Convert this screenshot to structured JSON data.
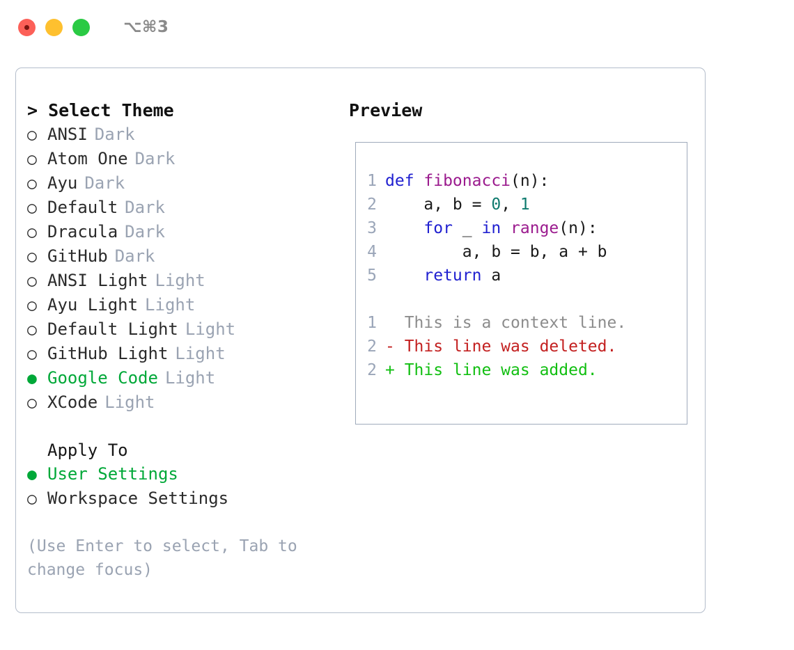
{
  "titlebar": {
    "shortcut": "⌥⌘3",
    "lights": [
      {
        "name": "close",
        "color": "#fc6058"
      },
      {
        "name": "minimize",
        "color": "#fec02f"
      },
      {
        "name": "maximize",
        "color": "#2aca44"
      }
    ]
  },
  "left": {
    "title": "> Select Theme",
    "themes": [
      {
        "bullet": "○",
        "label": "ANSI",
        "kind": "Dark",
        "selected": false
      },
      {
        "bullet": "○",
        "label": "Atom One",
        "kind": "Dark",
        "selected": false
      },
      {
        "bullet": "○",
        "label": "Ayu",
        "kind": "Dark",
        "selected": false
      },
      {
        "bullet": "○",
        "label": "Default",
        "kind": "Dark",
        "selected": false
      },
      {
        "bullet": "○",
        "label": "Dracula",
        "kind": "Dark",
        "selected": false
      },
      {
        "bullet": "○",
        "label": "GitHub",
        "kind": "Dark",
        "selected": false
      },
      {
        "bullet": "○",
        "label": "ANSI Light",
        "kind": "Light",
        "selected": false
      },
      {
        "bullet": "○",
        "label": "Ayu Light",
        "kind": "Light",
        "selected": false
      },
      {
        "bullet": "○",
        "label": "Default Light",
        "kind": "Light",
        "selected": false
      },
      {
        "bullet": "○",
        "label": "GitHub Light",
        "kind": "Light",
        "selected": false
      },
      {
        "bullet": "●",
        "label": "Google Code",
        "kind": "Light",
        "selected": true
      },
      {
        "bullet": "○",
        "label": "XCode",
        "kind": "Light",
        "selected": false
      }
    ],
    "apply_to": {
      "header": "Apply To",
      "options": [
        {
          "bullet": "●",
          "label": "User Settings",
          "selected": true
        },
        {
          "bullet": "○",
          "label": "Workspace Settings",
          "selected": false
        }
      ]
    },
    "hint": "(Use Enter to select, Tab to change focus)"
  },
  "right": {
    "title": "Preview",
    "code_lines": [
      {
        "no": "1",
        "tokens": [
          {
            "t": "def ",
            "c": "kw"
          },
          {
            "t": "fibonacci",
            "c": "fn"
          },
          {
            "t": "(n):",
            "c": "plain"
          }
        ]
      },
      {
        "no": "2",
        "tokens": [
          {
            "t": "    a, b = ",
            "c": "plain"
          },
          {
            "t": "0",
            "c": "num"
          },
          {
            "t": ", ",
            "c": "plain"
          },
          {
            "t": "1",
            "c": "num"
          }
        ]
      },
      {
        "no": "3",
        "tokens": [
          {
            "t": "    ",
            "c": "plain"
          },
          {
            "t": "for",
            "c": "kw"
          },
          {
            "t": " _ ",
            "c": "plain"
          },
          {
            "t": "in",
            "c": "kw"
          },
          {
            "t": " ",
            "c": "plain"
          },
          {
            "t": "range",
            "c": "fn"
          },
          {
            "t": "(n):",
            "c": "plain"
          }
        ]
      },
      {
        "no": "4",
        "tokens": [
          {
            "t": "        a, b = b, a + b",
            "c": "plain"
          }
        ]
      },
      {
        "no": "5",
        "tokens": [
          {
            "t": "    ",
            "c": "plain"
          },
          {
            "t": "return",
            "c": "kw"
          },
          {
            "t": " a",
            "c": "plain"
          }
        ]
      }
    ],
    "diff_lines": [
      {
        "no": "1",
        "marker": " ",
        "text": " This is a context line.",
        "kind": "diff-ctx"
      },
      {
        "no": "2",
        "marker": "-",
        "text": " This line was deleted.",
        "kind": "diff-del"
      },
      {
        "no": "2",
        "marker": "+",
        "text": " This line was added.",
        "kind": "diff-add"
      }
    ]
  },
  "colors": {
    "accent_green": "#00a838",
    "muted": "#9aa3b2",
    "keyword": "#2020d0",
    "function": "#9b1b8e",
    "number": "#0e7a6e",
    "diff_add": "#12bf12",
    "diff_del": "#c32020",
    "panel_border": "#b4bdcb"
  }
}
